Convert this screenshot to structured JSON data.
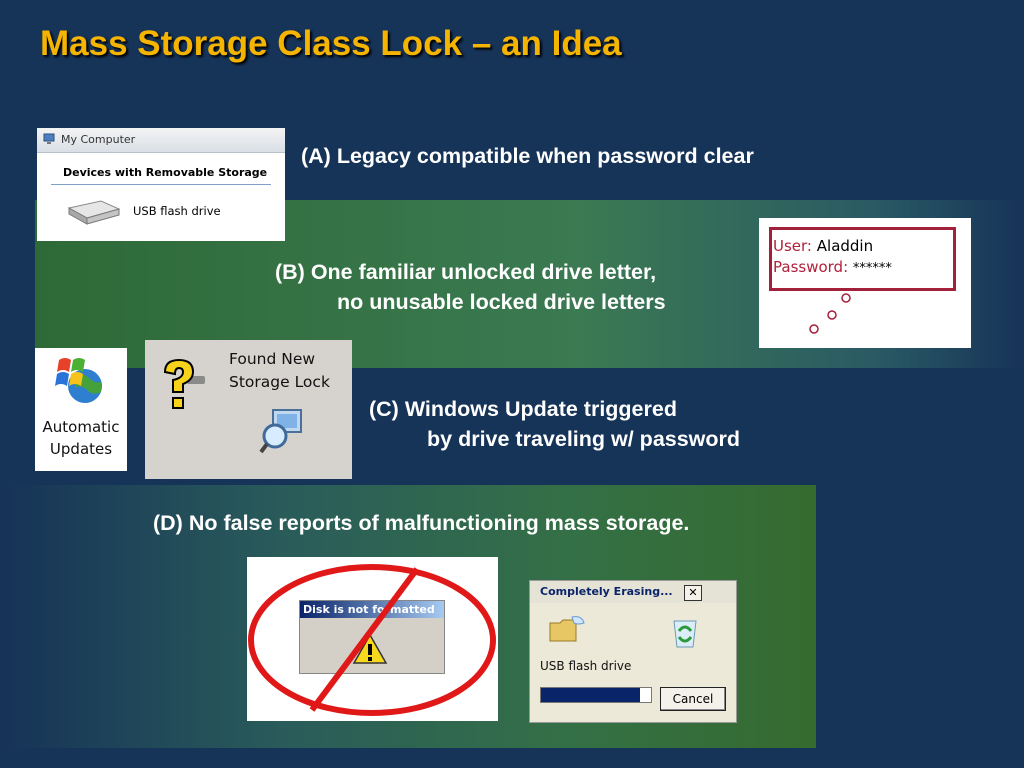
{
  "slide": {
    "title": "Mass Storage Class Lock – an Idea",
    "point_a": "(A) Legacy compatible when password clear",
    "point_b_line1": "(B) One familiar unlocked drive letter,",
    "point_b_line2": "no unusable locked drive letters",
    "point_c_line1": "(C) Windows Update triggered",
    "point_c_line2": "by drive traveling w/ password",
    "point_d": "(D) No false reports of malfunctioning mass storage."
  },
  "my_computer": {
    "window_title": "My Computer",
    "section_heading": "Devices with Removable Storage",
    "device_label": "USB flash drive"
  },
  "login": {
    "user_label": "User:",
    "user_value": "Aladdin",
    "password_label": "Password:",
    "password_value": "******"
  },
  "found_new": {
    "line1": "Found New",
    "line2": "Storage Lock"
  },
  "automatic_updates": {
    "line1": "Automatic",
    "line2": "Updates"
  },
  "disk_dialog": {
    "title": "Disk is not formatted"
  },
  "erase_dialog": {
    "title": "Completely Erasing...",
    "close_symbol": "✕",
    "device_label": "USB flash drive",
    "cancel_label": "Cancel",
    "progress_fraction": 0.9
  },
  "colors": {
    "background": "#163358",
    "title": "#f5b400",
    "text": "#ffffff",
    "accent_red": "#a2203a"
  },
  "icons": [
    "computer-icon",
    "usb-drive-icon",
    "windows-logo-icon",
    "question-mark-icon",
    "network-magnifier-icon",
    "warning-icon",
    "folder-icon",
    "recycle-bin-icon",
    "prohibition-sign-icon"
  ]
}
